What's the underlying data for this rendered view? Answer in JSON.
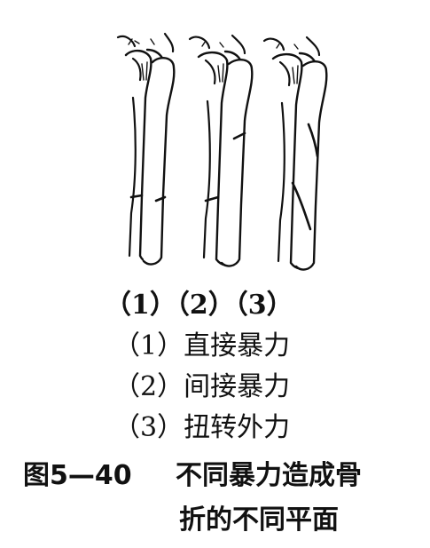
{
  "panel_labels": "（1）（2）（3）",
  "legend": [
    "（1）直接暴力",
    "（2）间接暴力",
    "（3）扭转外力"
  ],
  "caption": {
    "number": "图5—40",
    "line1": "不同暴力造成骨",
    "line2": "折的不同平面"
  }
}
